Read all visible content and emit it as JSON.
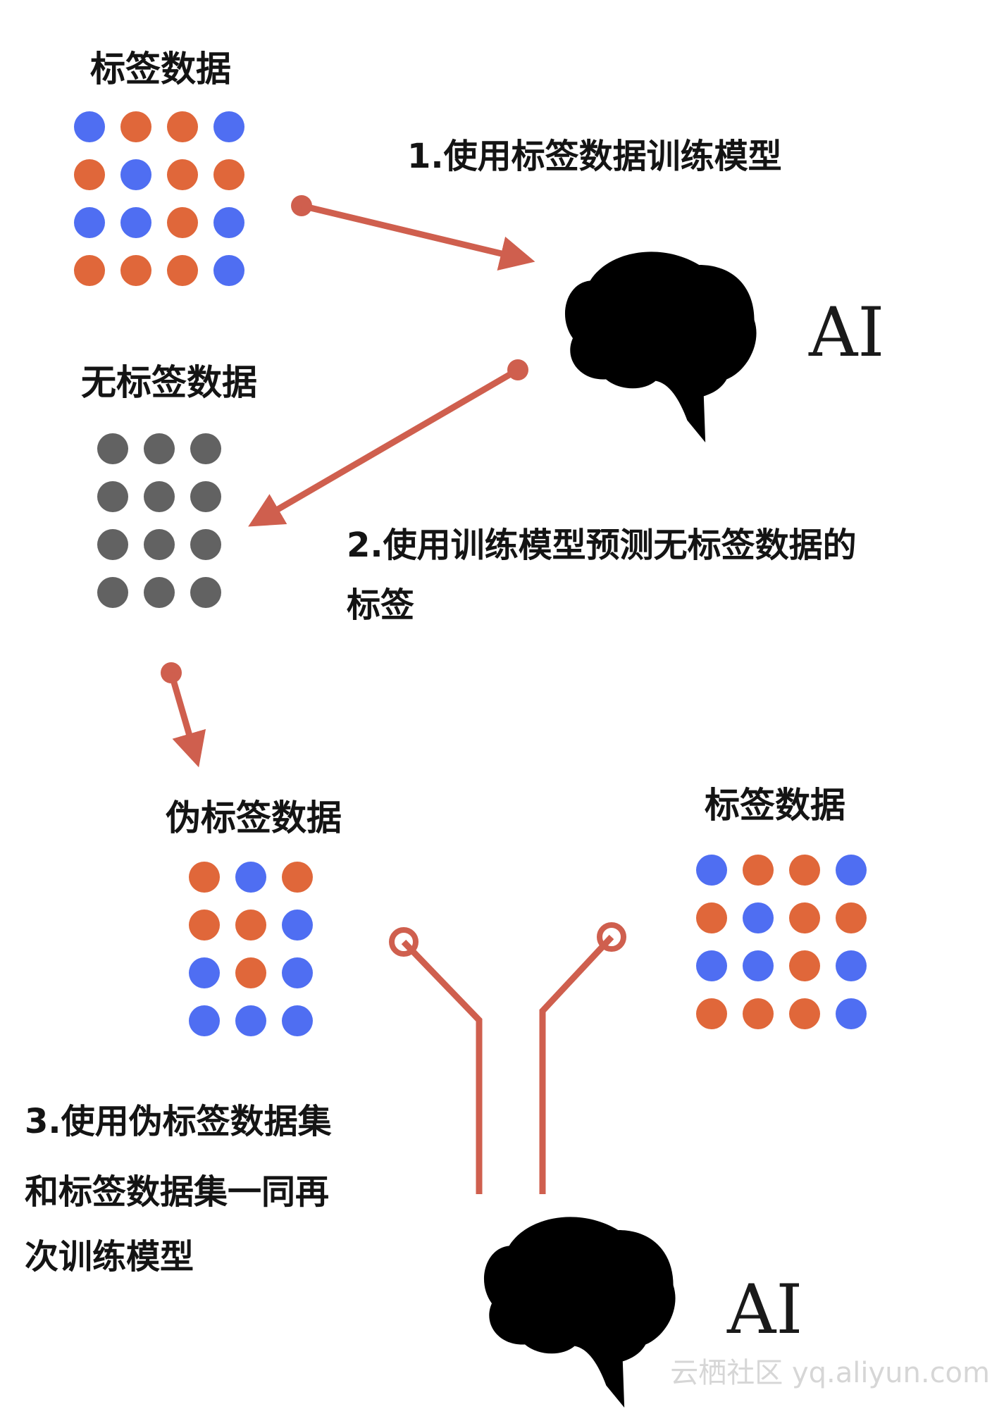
{
  "colors": {
    "blue": "#4f6ef2",
    "orange": "#e0673a",
    "gray": "#626262",
    "arrow": "#cf5f4e",
    "text": "#141414"
  },
  "labels": {
    "labeled_top": "标签数据",
    "unlabeled": "无标签数据",
    "pseudo": "伪标签数据",
    "labeled_right": "标签数据"
  },
  "steps": {
    "step1": "1.使用标签数据训练模型",
    "step2_line1": "2.使用训练模型预测无标签数据的",
    "step2_line2": "标签",
    "step3_line1": "3.使用伪标签数据集",
    "step3_line2": "和标签数据集一同再",
    "step3_line3": "次训练模型"
  },
  "models": {
    "top_label": "AI",
    "bottom_label": "AI",
    "top_icon": "brain-icon",
    "bottom_icon": "brain-icon"
  },
  "grids": {
    "labeled_top": [
      [
        "blue",
        "orange",
        "orange",
        "blue"
      ],
      [
        "orange",
        "blue",
        "orange",
        "orange"
      ],
      [
        "blue",
        "blue",
        "orange",
        "blue"
      ],
      [
        "orange",
        "orange",
        "orange",
        "blue"
      ]
    ],
    "unlabeled": [
      [
        "gray",
        "gray",
        "gray"
      ],
      [
        "gray",
        "gray",
        "gray"
      ],
      [
        "gray",
        "gray",
        "gray"
      ],
      [
        "gray",
        "gray",
        "gray"
      ]
    ],
    "pseudo": [
      [
        "orange",
        "blue",
        "orange"
      ],
      [
        "orange",
        "orange",
        "blue"
      ],
      [
        "blue",
        "orange",
        "blue"
      ],
      [
        "blue",
        "blue",
        "blue"
      ]
    ],
    "labeled_right": [
      [
        "blue",
        "orange",
        "orange",
        "blue"
      ],
      [
        "orange",
        "blue",
        "orange",
        "orange"
      ],
      [
        "blue",
        "blue",
        "orange",
        "blue"
      ],
      [
        "orange",
        "orange",
        "orange",
        "blue"
      ]
    ]
  },
  "watermark": "云栖社区 yq.aliyun.com"
}
